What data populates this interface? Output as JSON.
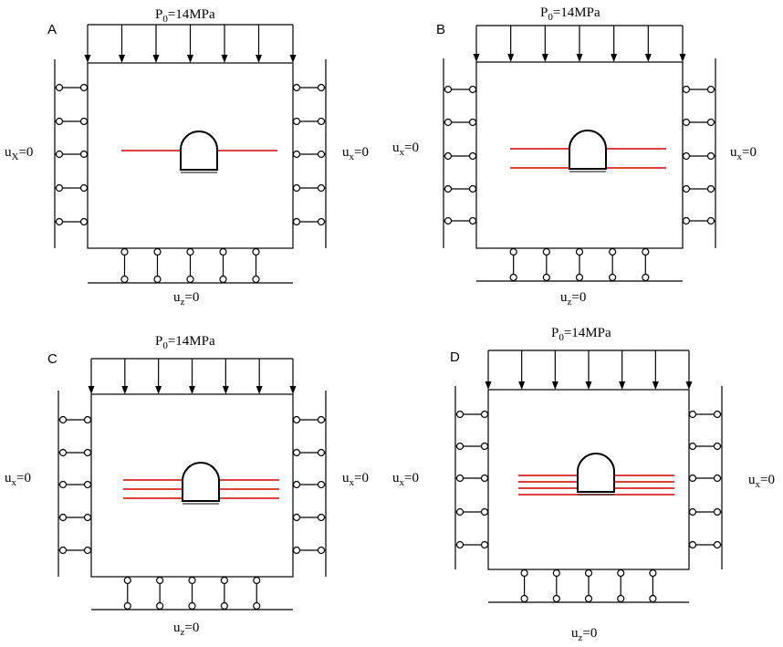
{
  "panels": [
    {
      "letter": "A",
      "load": {
        "sym": "P",
        "sub": "0",
        "rest": "=14MPa"
      },
      "left_bc": {
        "sym": "u",
        "sub": "X",
        "rest": "=0"
      },
      "right_bc": {
        "sym": "u",
        "sub": "x",
        "rest": "=0"
      },
      "bottom_bc": {
        "sym": "u",
        "sub": "z",
        "rest": "=0"
      },
      "fracture_count": 1
    },
    {
      "letter": "B",
      "load": {
        "sym": "P",
        "sub": "0",
        "rest": "=14MPa"
      },
      "left_bc": {
        "sym": "u",
        "sub": "x",
        "rest": "=0"
      },
      "right_bc": {
        "sym": "u",
        "sub": "x",
        "rest": "=0"
      },
      "bottom_bc": {
        "sym": "u",
        "sub": "z",
        "rest": "=0"
      },
      "fracture_count": 2
    },
    {
      "letter": "C",
      "load": {
        "sym": "P",
        "sub": "0",
        "rest": "=14MPa"
      },
      "left_bc": {
        "sym": "u",
        "sub": "x",
        "rest": "=0"
      },
      "right_bc": {
        "sym": "u",
        "sub": "x",
        "rest": "=0"
      },
      "bottom_bc": {
        "sym": "u",
        "sub": "z",
        "rest": "=0"
      },
      "fracture_count": 3
    },
    {
      "letter": "D",
      "load": {
        "sym": "P",
        "sub": "0",
        "rest": "=14MPa"
      },
      "left_bc": {
        "sym": "u",
        "sub": "x",
        "rest": "=0"
      },
      "right_bc": {
        "sym": "u",
        "sub": "x",
        "rest": "=0"
      },
      "bottom_bc": {
        "sym": "u",
        "sub": "z",
        "rest": "=0"
      },
      "fracture_count": 4
    }
  ],
  "colors": {
    "line": "#000000",
    "fracture": "#d40000",
    "background": "#ffffff"
  }
}
